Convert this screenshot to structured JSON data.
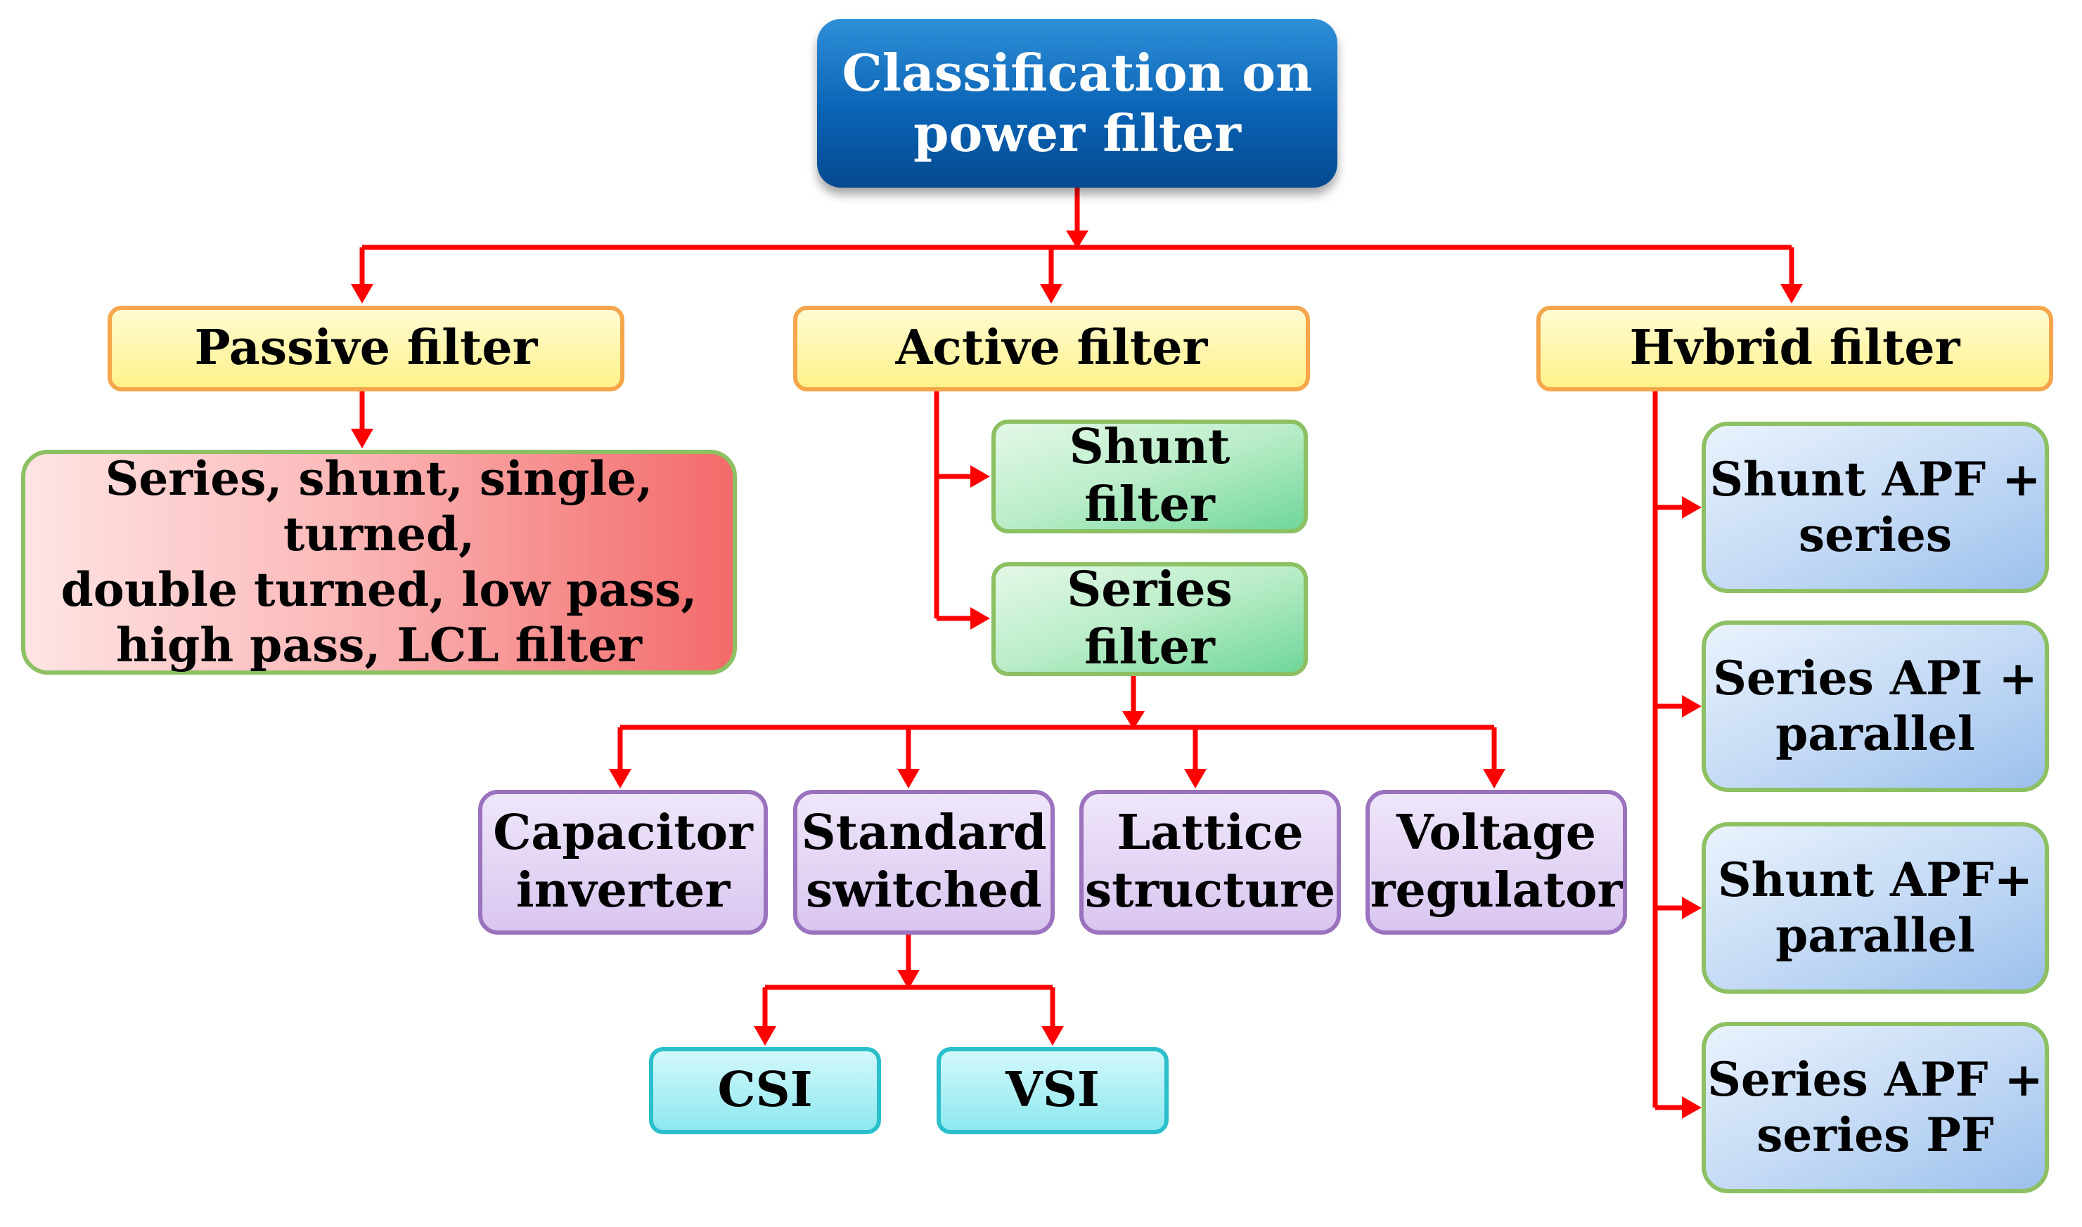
{
  "diagram": {
    "root": {
      "label": "Classification on\npower  filter"
    },
    "categories": {
      "passive": {
        "label": "Passive filter"
      },
      "active": {
        "label": "Active filter"
      },
      "hybrid": {
        "label": "Hvbrid filter"
      }
    },
    "passive_types": {
      "label": "Series, shunt, single, turned,\ndouble turned, low pass,\nhigh pass, LCL filter"
    },
    "active_types": {
      "shunt": {
        "label": "Shunt filter"
      },
      "series": {
        "label": "Series filter"
      }
    },
    "series_filter_types": {
      "capacitor": {
        "label": "Capacitor\ninverter"
      },
      "standard": {
        "label": "Standard\nswitched"
      },
      "lattice": {
        "label": "Lattice\nstructure"
      },
      "voltage": {
        "label": "Voltage\nregulator"
      }
    },
    "inverters": {
      "csi": {
        "label": "CSI"
      },
      "vsi": {
        "label": "VSI"
      }
    },
    "hybrid_types": {
      "t1": {
        "label": "Shunt APF +\nseries"
      },
      "t2": {
        "label": "Series API +\nparallel"
      },
      "t3": {
        "label": "Shunt APF+\nparallel"
      },
      "t4": {
        "label": "Series APF +\nseries PF"
      }
    }
  },
  "colors": {
    "connector": "#ff0000",
    "root_fill": "#0a63b5",
    "category_fill": "#fff28a",
    "category_border": "#f5a64b",
    "passive_desc_fill": "#f36a6a",
    "active_sub_fill": "#6fd699",
    "series_type_fill": "#d9c6f0",
    "inverter_fill": "#8de8ef",
    "hybrid_sub_fill": "#bed6f4",
    "green_border": "#8cc062"
  }
}
